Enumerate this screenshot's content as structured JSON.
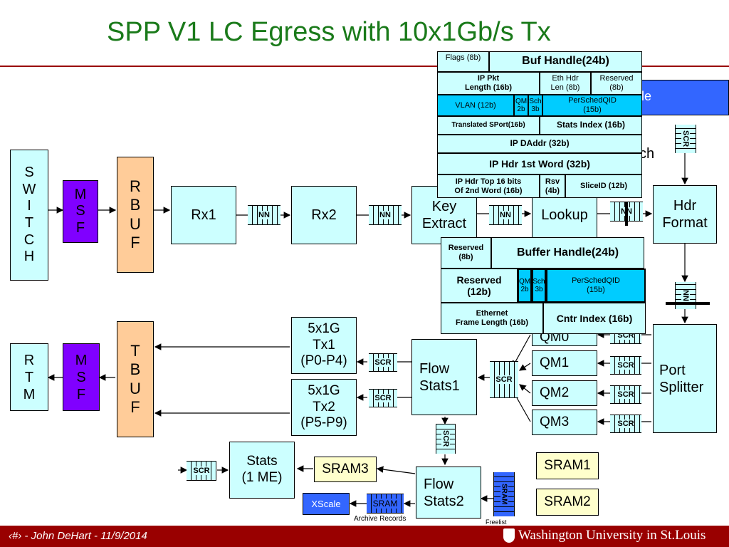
{
  "slide": {
    "title": "SPP V1 LC Egress with 10x1Gb/s Tx",
    "footer_left": "‹#› - John DeHart - 11/9/2014",
    "footer_right": "Washington University in St.Louis",
    "colors": {
      "title": "#1a7a1a",
      "footer_bg": "#990000",
      "footer_text": "#ffffff",
      "line": "#990000"
    }
  },
  "blocks": {
    "switch": "S\nW\nI\nT\nC\nH",
    "msf_top": "M\nS\nF",
    "rbuf": "R\nB\nU\nF",
    "rx1": "Rx1",
    "rx2": "Rx2",
    "key_extract": "Key\nExtract",
    "lookup": "Lookup",
    "hdr_format": "Hdr\nFormat",
    "rtm": "R\nT\nM",
    "msf_bottom": "M\nS\nF",
    "tbuf": "T\nB\nU\nF",
    "tx1": "5x1G\nTx1\n(P0-P4)",
    "tx2": "5x1G\nTx2\n(P5-P9)",
    "flow_stats1": "Flow\nStats1",
    "qm0": "QM0",
    "qm1": "QM1",
    "qm2": "QM2",
    "qm3": "QM3",
    "port_splitter": "Port\nSplitter",
    "stats": "Stats\n(1 ME)",
    "sram3": "SRAM3",
    "flow_stats2": "Flow\nStats2",
    "sram1": "SRAM1",
    "sram2": "SRAM2",
    "xscale": "XScale",
    "sram_ring": "SRAM",
    "archive_records": "Archive Records",
    "freelist": "Freelist",
    "sram_vertical": "SRAM",
    "partial_right_1": "le",
    "partial_right_2": "ch"
  },
  "rings": {
    "nn": "NN",
    "scr": "SCR"
  },
  "top_table": {
    "row1": [
      "Flags (8b)",
      "Buf Handle(24b)"
    ],
    "row2": [
      "IP Pkt\nLength (16b)",
      "Eth Hdr\nLen (8b)",
      "Reserved\n(8b)"
    ],
    "row3": [
      "VLAN (12b)",
      "QM\n2b",
      "Sch\n3b",
      "PerSchedQID\n(15b)"
    ],
    "row4": [
      "Translated SPort(16b)",
      "Stats Index (16b)"
    ],
    "row5": [
      "IP DAddr (32b)"
    ],
    "row6": [
      "IP Hdr 1st Word (32b)"
    ],
    "row7": [
      "IP Hdr Top 16 bits\nOf 2nd Word (16b)",
      "Rsv\n(4b)",
      "SliceID (12b)"
    ]
  },
  "bottom_table": {
    "row1": [
      "Reserved\n(8b)",
      "Buffer Handle(24b)"
    ],
    "row2": [
      "Reserved\n(12b)",
      "QM\n2b",
      "Sch\n3b",
      "PerSchedQID\n(15b)"
    ],
    "row3": [
      "Ethernet\nFrame Length (16b)",
      "Cntr Index (16b)"
    ]
  }
}
